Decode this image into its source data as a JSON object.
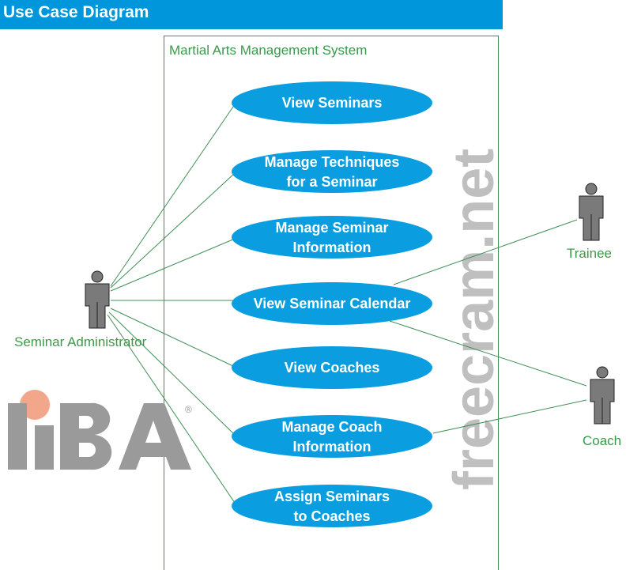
{
  "header": {
    "title": "Use Case Diagram"
  },
  "system": {
    "name": "Martial Arts Management System"
  },
  "use_cases": [
    {
      "lines": [
        "View Seminars"
      ]
    },
    {
      "lines": [
        "Manage Techniques",
        "for a Seminar"
      ]
    },
    {
      "lines": [
        "Manage Seminar",
        "Information"
      ]
    },
    {
      "lines": [
        "View Seminar Calendar"
      ]
    },
    {
      "lines": [
        "View Coaches"
      ]
    },
    {
      "lines": [
        "Manage Coach",
        "Information"
      ]
    },
    {
      "lines": [
        "Assign Seminars",
        "to Coaches"
      ]
    }
  ],
  "actors": {
    "admin": "Seminar Administrator",
    "trainee": "Trainee",
    "coach": "Coach"
  },
  "watermark": "freecram.net",
  "logo": {
    "text": "IIBA",
    "mark": "®"
  },
  "colors": {
    "header": "#0096db",
    "usecase": "#0a9ee0",
    "line": "#3f8f56",
    "label": "#3a9a4a"
  }
}
